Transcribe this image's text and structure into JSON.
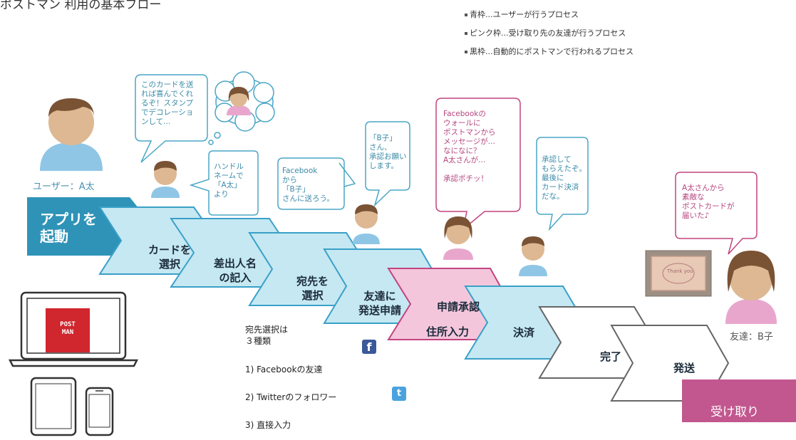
{
  "title": "ポストマン 利用の基本フロー",
  "legend": [
    "青枠...ユーザーが行うプロセス",
    "ピンク枠...受け取り先の友達が行うプロセス",
    "黒枠...自動的にポストマンで行われるプロセス"
  ],
  "users": {
    "sender_label": "ユーザー：A太",
    "receiver_label": "友達：B子"
  },
  "bubbles": {
    "card": [
      "このカードを送",
      "れば喜んでくれ",
      "るぞ！スタンプ",
      "でデコレーショ",
      "ンして..."
    ],
    "handle": [
      "ハンドル",
      "ネームで",
      "「A太」",
      "より"
    ],
    "facebook_send": [
      "Facebook",
      "から",
      "「B子」",
      "さんに送ろう。"
    ],
    "bko_request": [
      "「B子」",
      "さん、",
      "承認お願い",
      "します。"
    ],
    "friend_notice": [
      "Facebookの",
      "ウォールに",
      "ポストマンから",
      "メッセージが...",
      "なになに？",
      "A太さんが...",
      "",
      "承認ポチッ！"
    ],
    "approved": [
      "承認して",
      "もらえたぞ。",
      "最後に",
      "カード決済",
      "だな。"
    ],
    "received": [
      "A太さんから",
      "素敵な",
      "ポストカードが",
      "届いた♪"
    ]
  },
  "steps": [
    "アプリを\n起動",
    "カードを\n選択",
    "差出人名\nの記入",
    "宛先を\n選択",
    "友達に\n発送申請",
    "申請承認",
    "住所入力",
    "決済",
    "完了",
    "発送",
    "受け取り"
  ],
  "destination_note": [
    "宛先選択は",
    "３種類"
  ],
  "methods": [
    "1) Facebookの友達",
    "2) Twitterのフォロワー",
    "3) 直接入力"
  ],
  "device_logo": [
    "POST",
    "MAN"
  ],
  "social_icons": {
    "facebook": "f",
    "twitter": "t"
  },
  "card_text": "Thank you",
  "colors": {
    "blue_step": "#c5e8f2",
    "blue_border": "#3aa0c8",
    "dark_blue": "#2f93b8",
    "pink_step": "#f4c6dc",
    "pink_border": "#c2447f",
    "pink_dark": "#c2578f",
    "gray_border": "#666666"
  },
  "icons": [
    "person-icon",
    "thought-cloud-icon",
    "laptop-icon",
    "tablet-icon",
    "phone-icon",
    "facebook-icon",
    "twitter-icon",
    "postcard-icon"
  ]
}
